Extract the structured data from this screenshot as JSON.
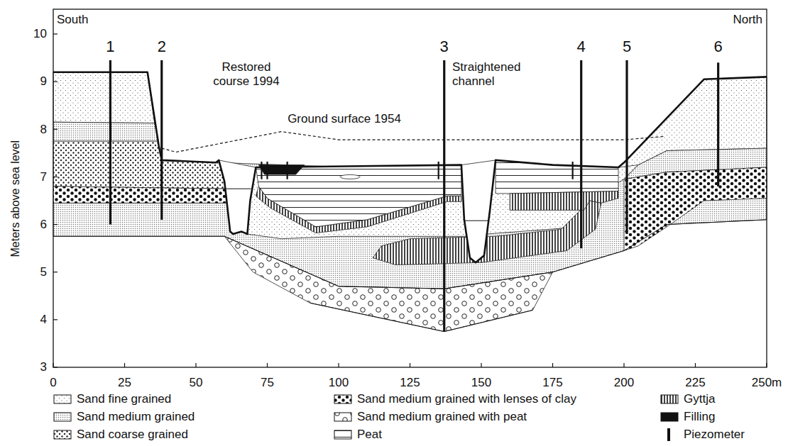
{
  "diagram": {
    "labels": [
      "South",
      "North",
      "1",
      "2",
      "3",
      "4",
      "5",
      "6",
      "Restored course 1994",
      "Straightened channel",
      "Ground surface 1954",
      "Meters above sea level",
      "10",
      "9",
      "8",
      "7",
      "6",
      "5",
      "4",
      "3",
      "0",
      "25",
      "50",
      "75",
      "100",
      "125",
      "150",
      "175",
      "200",
      "225",
      "250m"
    ],
    "legend": [
      {
        "text": "Sand fine grained"
      },
      {
        "text": "Sand medium grained with lenses of clay"
      },
      {
        "text": "Gyttja"
      },
      {
        "text": "Sand medium grained"
      },
      {
        "text": "Sand medium grained with peat"
      },
      {
        "text": "Filling"
      },
      {
        "text": "Sand coarse grained"
      },
      {
        "text": "Peat"
      },
      {
        "text": "Piezometer"
      }
    ]
  }
}
